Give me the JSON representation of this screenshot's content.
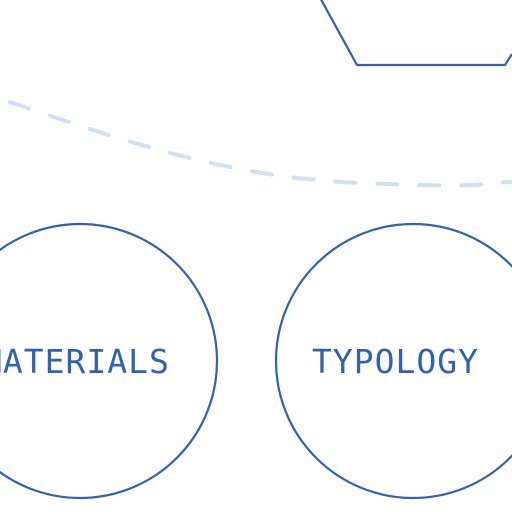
{
  "diagram": {
    "colors": {
      "stroke": "#2f62b3",
      "connector": "#cfe0f2",
      "background": "#ffffff"
    },
    "nodes": [
      {
        "id": "materials",
        "label": "MATERIALS",
        "shape": "circle"
      },
      {
        "id": "typology",
        "label": "TYPOLOGY",
        "shape": "circle"
      },
      {
        "id": "top-node",
        "label": "",
        "shape": "hexagon"
      }
    ],
    "connectors": [
      {
        "from": "left-offscreen",
        "to": "right-offscreen",
        "style": "dashed"
      }
    ]
  }
}
